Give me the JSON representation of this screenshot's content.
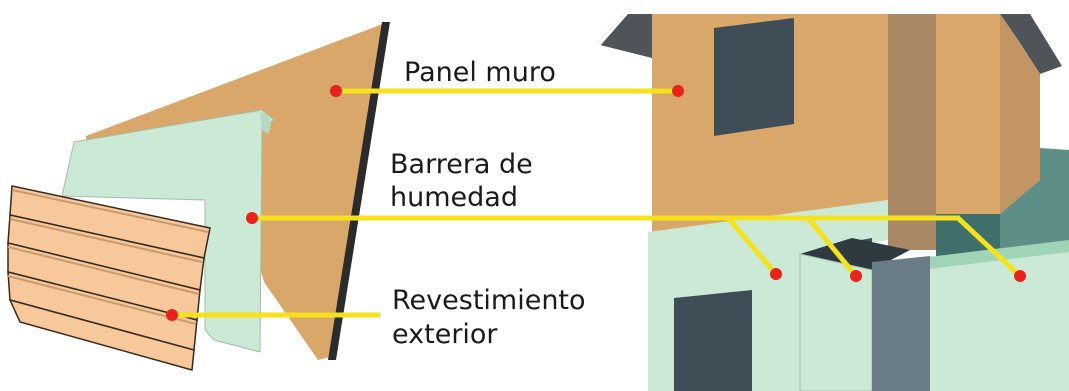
{
  "labels": {
    "panel_muro": "Panel muro",
    "barrera_line1": "Barrera de",
    "barrera_line2": "humedad",
    "revest_line1": "Revestimiento",
    "revest_line2": "exterior"
  },
  "colors": {
    "wall_panel": "#d8a769",
    "wall_panel_edge": "#2b2b2b",
    "moisture_barrier": "#cce9d6",
    "siding": "#f6c89b",
    "siding_edge": "#3a2a1a",
    "window": "#3f4d57",
    "roof": "#4f5459",
    "leader_line": "#f5e21c",
    "marker": "#e8231c"
  }
}
